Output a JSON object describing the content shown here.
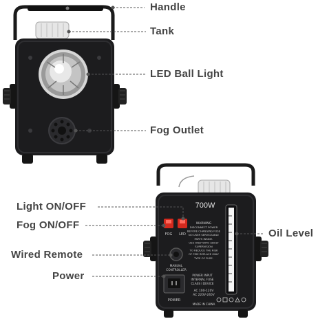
{
  "labels": {
    "handle": "Handle",
    "tank": "Tank",
    "led_ball_light": "LED  Ball  Light",
    "fog_outlet": "Fog  Outlet",
    "light_on_off": "Light  ON/OFF",
    "fog_on_off": "Fog  ON/OFF",
    "oil_level": "Oil  Level",
    "wired_remote": "Wired  Remote",
    "power": "Power"
  },
  "panel": {
    "wattage": "700W",
    "fog_switch": "FOG",
    "led_switch": "LED",
    "warning_title": "WARNING",
    "warning_lines": [
      "DISCONNECT POWER",
      "BEFORE CHANGING FUSE",
      "NO USER SERVICEABLE",
      "PARTS INSIDE.",
      "USE ONLY WITH ADULT",
      "SUPERVISION",
      "TO REDUCE THE RISK",
      "OF FIRE REPLACE ONLY",
      "TYPE OF FUSE."
    ],
    "remote_label": [
      "MANUAL",
      "CONTROLLER"
    ],
    "power_input": [
      "POWER INPUT",
      "INTERNAL FUSE",
      "CLASS I DEVICE"
    ],
    "ac_rating": [
      "AC 100-120V",
      "AC 220V-240V"
    ],
    "power_label": "POWER",
    "made_in": "MADE IN CHINA"
  },
  "colors": {
    "label_text": "#444444",
    "body": "#1c1c1e",
    "tank": "#e6e6e6",
    "switch_red": "#d42a1e"
  }
}
